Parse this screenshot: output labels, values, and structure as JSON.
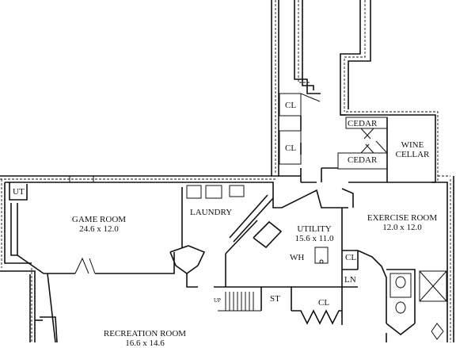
{
  "rooms": {
    "game_room": {
      "name": "GAME ROOM",
      "dims": "24.6 x 12.0"
    },
    "laundry": {
      "name": "LAUNDRY"
    },
    "utility": {
      "name": "UTILITY",
      "dims": "15.6 x 11.0"
    },
    "exercise_room": {
      "name": "EXERCISE ROOM",
      "dims": "12.0 x 12.0"
    },
    "recreation_room": {
      "name": "RECREATION ROOM",
      "dims": "16.6 x 14.6"
    },
    "wine_cellar": {
      "line1": "WINE",
      "line2": "CELLAR"
    },
    "cedar_top": {
      "name": "CEDAR"
    },
    "cedar_bottom": {
      "name": "CEDAR"
    }
  },
  "labels": {
    "ut": "UT",
    "cl_upper": "CL",
    "cl_lower": "CL",
    "cl_utility": "CL",
    "cl_bottom": "CL",
    "ln": "LN",
    "wh": "WH",
    "st": "ST",
    "up": "UP"
  }
}
